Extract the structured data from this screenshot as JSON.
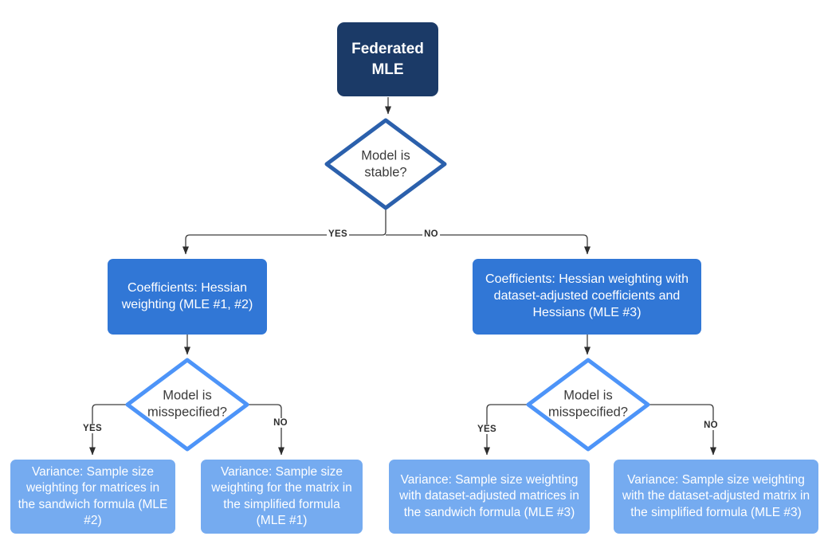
{
  "nodes": {
    "root": {
      "label": "Federated MLE"
    },
    "decision_stable": {
      "label": "Model is stable?"
    },
    "coeff_hessian": {
      "label": "Coefficients: Hessian weighting (MLE #1, #2)"
    },
    "coeff_hessian_adjusted": {
      "label": "Coefficients: Hessian weighting with dataset-adjusted coefficients and Hessians (MLE #3)"
    },
    "decision_misspec_left": {
      "label": "Model is misspecified?"
    },
    "decision_misspec_right": {
      "label": "Model is misspecified?"
    },
    "variance_sandwich": {
      "label": "Variance: Sample size weighting for matrices in the sandwich formula (MLE #2)"
    },
    "variance_simplified": {
      "label": "Variance: Sample size weighting for the matrix in the simplified formula (MLE #1)"
    },
    "variance_adjusted_sandwich": {
      "label": "Variance: Sample size weighting with dataset-adjusted matrices in the sandwich formula (MLE #3)"
    },
    "variance_adjusted_simplified": {
      "label": "Variance: Sample size weighting with the dataset-adjusted matrix in the simplified formula (MLE #3)"
    }
  },
  "edge_labels": {
    "stable_yes": "YES",
    "stable_no": "NO",
    "left_yes": "YES",
    "left_no": "NO",
    "right_yes": "YES",
    "right_no": "NO"
  },
  "colors": {
    "root_fill": "#1b3a67",
    "branch_fill": "#3177d6",
    "outcome_fill": "#75abf0",
    "decision_top_border": "#2b60ac",
    "decision_lower_border": "#4d94f8",
    "connector_line": "#3d3d3d",
    "node_text": "#ffffff",
    "decision_text": "#3a3a3a",
    "background": "#ffffff"
  }
}
